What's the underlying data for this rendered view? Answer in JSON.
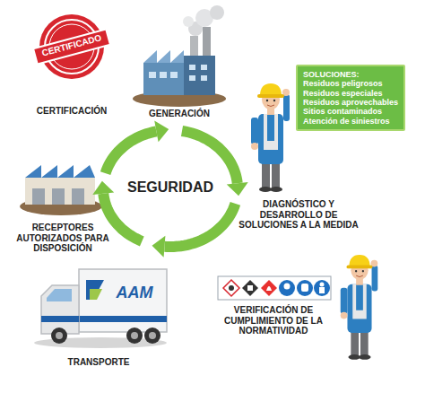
{
  "diagram": {
    "nodes": [
      {
        "text": [
          "SOLUCIONES:",
          "Residuos peligrosos",
          "Residuos especiales",
          "Residuos aprovechables",
          "Sitios contaminados",
          "Atención de siniestros"
        ]
      }
    ],
    "labels": [
      "CERTIFICADO",
      "CERTIFICACIÓN",
      "GENERACIÓN",
      "SEGURIDAD",
      "DIAGNÓSTICO Y DESARROLLO DE SOLUCIONES A LA MEDIDA",
      "RECEPTORES AUTORIZADOS PARA DISPOSICIÓN",
      "AAM",
      "TRANSPORTE",
      "VERIFICACIÓN DE CUMPLIMIENTO DE LA NORMATIVIDAD"
    ]
  }
}
